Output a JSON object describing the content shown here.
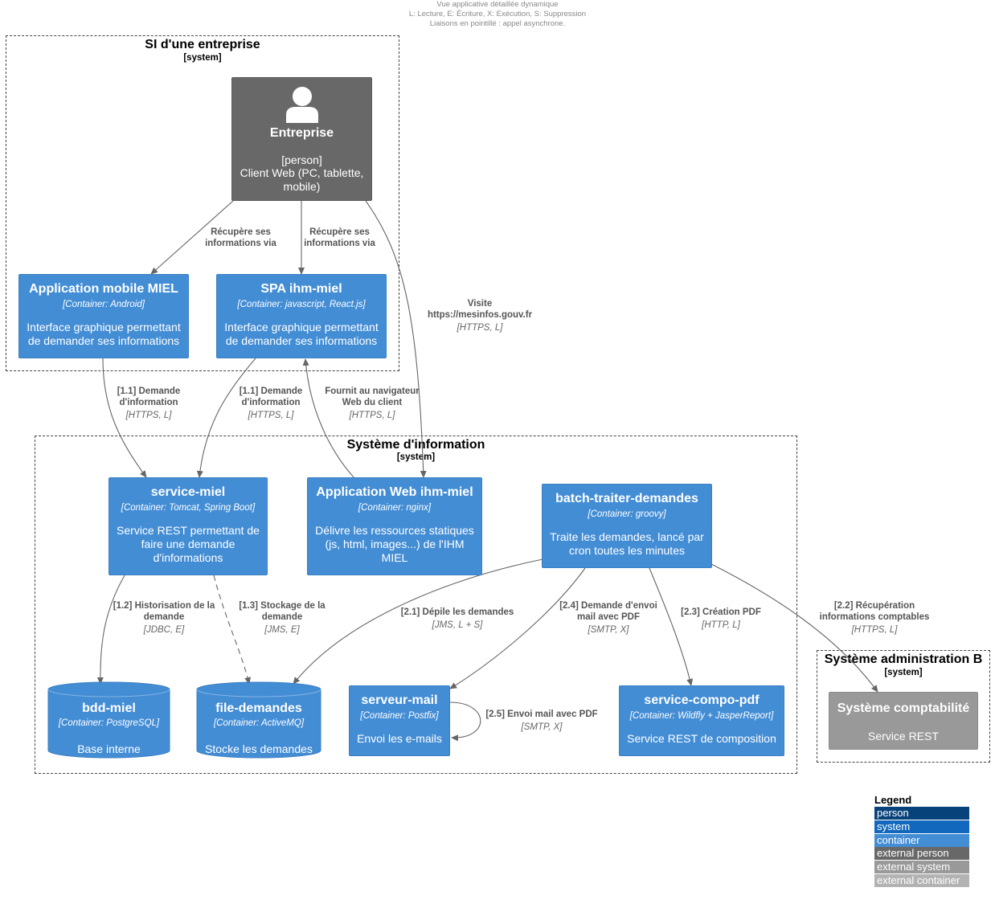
{
  "header": {
    "line1": "Vue applicative détaillée dynamique",
    "line2": "L: Lecture, E: Écriture, X: Exécution, S: Suppression",
    "line3": "Liaisons en pointillé : appel asynchrone."
  },
  "boundaries": {
    "entreprise": {
      "title": "SI d'une entreprise",
      "type": "[system]"
    },
    "si": {
      "title": "Système d'information",
      "type": "[system]"
    },
    "admin_b": {
      "title": "Système administration B",
      "type": "[system]"
    }
  },
  "nodes": {
    "entreprise": {
      "title": "Entreprise",
      "type": "[person]",
      "desc": "Client Web (PC, tablette, mobile)",
      "icon": "person-icon"
    },
    "app_mobile": {
      "title": "Application mobile MIEL",
      "tech": "[Container: Android]",
      "desc": "Interface graphique permettant de demander ses informations"
    },
    "spa": {
      "title": "SPA ihm-miel",
      "tech": "[Container: javascript, React.js]",
      "desc": "Interface graphique permettant de demander ses informations"
    },
    "service_miel": {
      "title": "service-miel",
      "tech": "[Container: Tomcat, Spring Boot]",
      "desc": "Service REST permettant de faire une demande d'informations"
    },
    "app_web": {
      "title": "Application Web ihm-miel",
      "tech": "[Container: nginx]",
      "desc": "Délivre les ressources statiques (js, html, images...) de l'IHM MIEL"
    },
    "batch": {
      "title": "batch-traiter-demandes",
      "tech": "[Container: groovy]",
      "desc": "Traite les demandes, lancé par cron toutes les minutes"
    },
    "bdd": {
      "title": "bdd-miel",
      "tech": "[Container: PostgreSQL]",
      "desc": "Base interne"
    },
    "file": {
      "title": "file-demandes",
      "tech": "[Container: ActiveMQ]",
      "desc": "Stocke les demandes"
    },
    "mail": {
      "title": "serveur-mail",
      "tech": "[Container: Postfix]",
      "desc": "Envoi les e-mails"
    },
    "pdf": {
      "title": "service-compo-pdf",
      "tech": "[Container: Wildfly + JasperReport]",
      "desc": "Service REST de composition"
    },
    "compta": {
      "title": "Système comptabilité",
      "desc": "Service REST"
    }
  },
  "edges": {
    "e1": {
      "l1": "Récupère ses",
      "l2": "informations via"
    },
    "e2": {
      "l1": "Récupère ses",
      "l2": "informations via"
    },
    "e3": {
      "l1": "Visite",
      "l2": "https://mesinfos.gouv.fr",
      "tech": "[HTTPS, L]"
    },
    "e4": {
      "l1": "[1.1] Demande",
      "l2": "d'information",
      "tech": "[HTTPS, L]"
    },
    "e5": {
      "l1": "[1.1] Demande",
      "l2": "d'information",
      "tech": "[HTTPS, L]"
    },
    "e6": {
      "l1": "Fournit au navigateur",
      "l2": "Web du client",
      "tech": "[HTTPS, L]"
    },
    "e7": {
      "l1": "[1.2] Historisation de la",
      "l2": "demande",
      "tech": "[JDBC, E]"
    },
    "e8": {
      "l1": "[1.3] Stockage de la",
      "l2": "demande",
      "tech": "[JMS, E]"
    },
    "e9": {
      "l1": "[2.1] Dépile les demandes",
      "tech": "[JMS, L + S]"
    },
    "e10": {
      "l1": "[2.4] Demande d'envoi",
      "l2": "mail avec PDF",
      "tech": "[SMTP, X]"
    },
    "e11": {
      "l1": "[2.3] Création PDF",
      "tech": "[HTTP, L]"
    },
    "e12": {
      "l1": "[2.2] Récupération",
      "l2": "informations comptables",
      "tech": "[HTTPS, L]"
    },
    "e13": {
      "l1": "[2.5] Envoi mail avec PDF",
      "tech": "[SMTP, X]"
    }
  },
  "legend": {
    "title": "Legend",
    "items": [
      {
        "label": "person",
        "color": "#08427b"
      },
      {
        "label": "system",
        "color": "#1168bd"
      },
      {
        "label": "container",
        "color": "#438dd5"
      },
      {
        "label": "external person",
        "color": "#686868"
      },
      {
        "label": "external system",
        "color": "#999999"
      },
      {
        "label": "external container",
        "color": "#b3b3b3"
      }
    ]
  }
}
